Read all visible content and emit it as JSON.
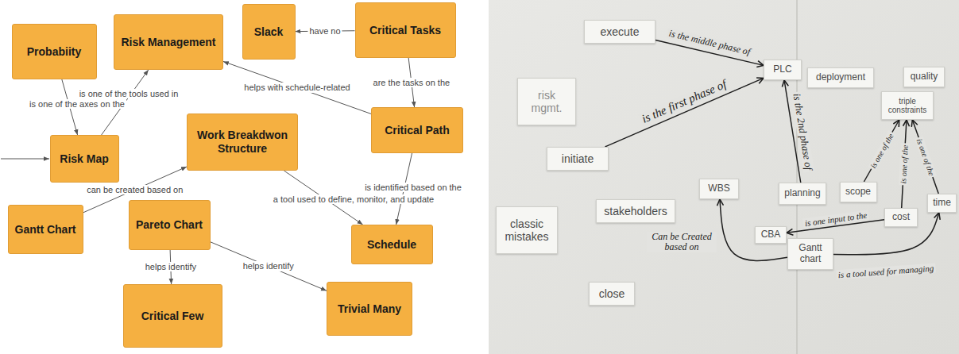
{
  "diagram": {
    "nodes": [
      {
        "text": [
          "Probabiity"
        ]
      },
      {
        "text": [
          "Risk Management"
        ]
      },
      {
        "text": [
          "Slack"
        ]
      },
      {
        "text": [
          "Critical Tasks"
        ]
      },
      {
        "text": [
          "Risk Map"
        ]
      },
      {
        "text": [
          "Work Breakdwon Structure"
        ]
      },
      {
        "text": [
          "Critical Path"
        ]
      },
      {
        "text": [
          "Gantt Chart"
        ]
      },
      {
        "text": [
          "Pareto Chart"
        ]
      },
      {
        "text": [
          "Schedule"
        ]
      },
      {
        "text": [
          "Critical Few"
        ]
      },
      {
        "text": [
          "Trivial Many"
        ]
      },
      {
        "text": [
          "execute"
        ]
      },
      {
        "text": [
          "risk mgmt."
        ]
      },
      {
        "text": [
          "PLC"
        ]
      },
      {
        "text": [
          "deployment"
        ]
      },
      {
        "text": [
          "quality"
        ]
      },
      {
        "text": [
          "triple constraints"
        ]
      },
      {
        "text": [
          "initiate"
        ]
      },
      {
        "text": [
          "classic mistakes"
        ]
      },
      {
        "text": [
          "stakeholders"
        ]
      },
      {
        "text": [
          "WBS"
        ]
      },
      {
        "text": [
          "planning"
        ]
      },
      {
        "text": [
          "scope"
        ]
      },
      {
        "text": [
          "cost"
        ]
      },
      {
        "text": [
          "time"
        ]
      },
      {
        "text": [
          "CBA"
        ]
      },
      {
        "text": [
          "Gantt chart"
        ]
      },
      {
        "text": [
          "close"
        ]
      }
    ],
    "edges": [
      {
        "from": 3,
        "to": 2,
        "label": "have no",
        "arrow": "to"
      },
      {
        "from": 3,
        "to": 6,
        "label": "are the tasks on the",
        "arrow": "to"
      },
      {
        "from": 6,
        "to": 1,
        "label": "helps with schedule-related",
        "arrow": "to"
      },
      {
        "from": 4,
        "to": 1,
        "label": "is one of the tools used in",
        "arrow": "to"
      },
      {
        "from": 0,
        "to": 4,
        "label": "is one of the axes on the",
        "arrow": "to"
      },
      {
        "from": 7,
        "to": 5,
        "label": "can be created based on",
        "arrow": "to"
      },
      {
        "from": 5,
        "to": 9,
        "label": "a tool used to define, monitor, and update",
        "arrow": "to"
      },
      {
        "from": 6,
        "to": 9,
        "label": "is identified based on the",
        "arrow": "to"
      },
      {
        "from": 8,
        "to": 10,
        "label": "helps identify",
        "arrow": "to"
      },
      {
        "from": 8,
        "to": 11,
        "label": "helps identify",
        "arrow": "to"
      },
      {
        "from": 12,
        "to": 14,
        "label": "is the middle phase of",
        "arrow": "to"
      },
      {
        "from": 18,
        "to": 14,
        "label": "is the first phase of",
        "arrow": "to"
      },
      {
        "from": 22,
        "to": 14,
        "label": "is the 2nd phase of",
        "arrow": "to"
      },
      {
        "from": 23,
        "to": 17,
        "label": "is one of the",
        "arrow": "to"
      },
      {
        "from": 24,
        "to": 17,
        "label": "is one of the",
        "arrow": "to"
      },
      {
        "from": 25,
        "to": 17,
        "label": "is one of the",
        "arrow": "to"
      },
      {
        "from": 24,
        "to": 26,
        "label": "is one input to the",
        "arrow": "to"
      },
      {
        "from": 27,
        "to": 21,
        "label": "Can be Created based on",
        "arrow": "to"
      },
      {
        "from": 27,
        "to": 25,
        "label": "is a tool used for managing",
        "arrow": "to"
      }
    ]
  }
}
